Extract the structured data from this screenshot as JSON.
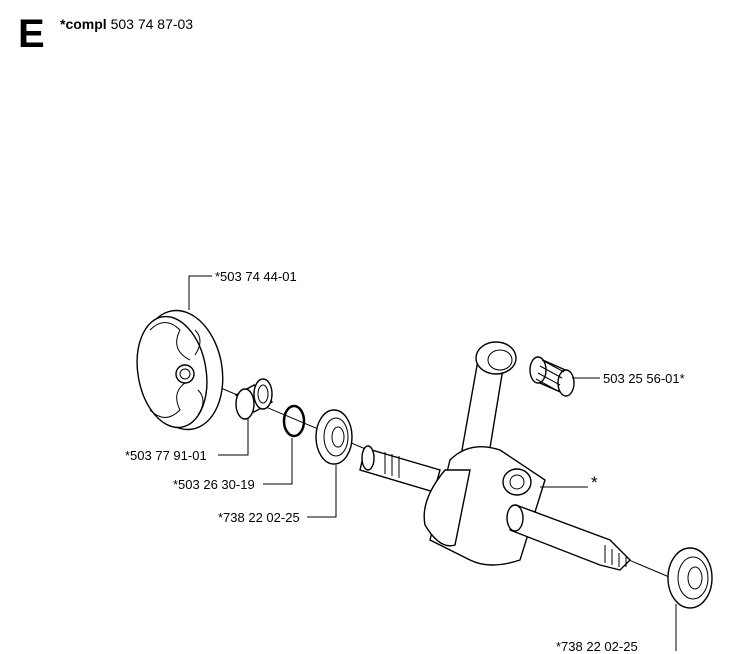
{
  "header": {
    "section_letter": "E",
    "assembly_prefix": "*compl",
    "assembly_number": "503 74 87-03"
  },
  "parts": {
    "clutch_drum": "*503 74 44-01",
    "needle_bearing": "503 25 56-01*",
    "bushing": "*503 77 91-01",
    "o_ring": "*503 26 30-19",
    "ball_bearing_left": "*738 22 02-25",
    "crankshaft": "*",
    "ball_bearing_right": "*738 22 02-25"
  }
}
